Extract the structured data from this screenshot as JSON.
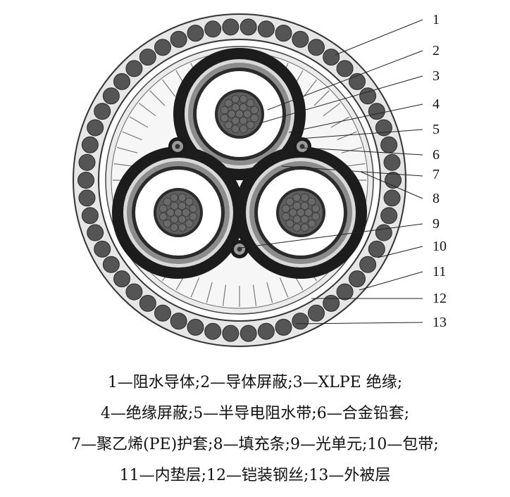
{
  "callouts": [
    "1",
    "2",
    "3",
    "4",
    "5",
    "6",
    "7",
    "8",
    "9",
    "10",
    "11",
    "12",
    "13"
  ],
  "legend": [
    "1—阻水导体;2—导体屏蔽;3—XLPE 绝缘;",
    "4—绝缘屏蔽;5—半导电阻水带;6—合金铅套;",
    "7—聚乙烯(PE)护套;8—填充条;9—光单元;10—包带;",
    "11—内垫层;12—铠装钢丝;13—外被层"
  ],
  "colors": {
    "sheath": "#1c1c1c",
    "armor_wire": "#555555",
    "conductor": "#5e5e5e",
    "insulation": "#ffffff",
    "filler": "#f2f2f2",
    "line": "#222222"
  }
}
